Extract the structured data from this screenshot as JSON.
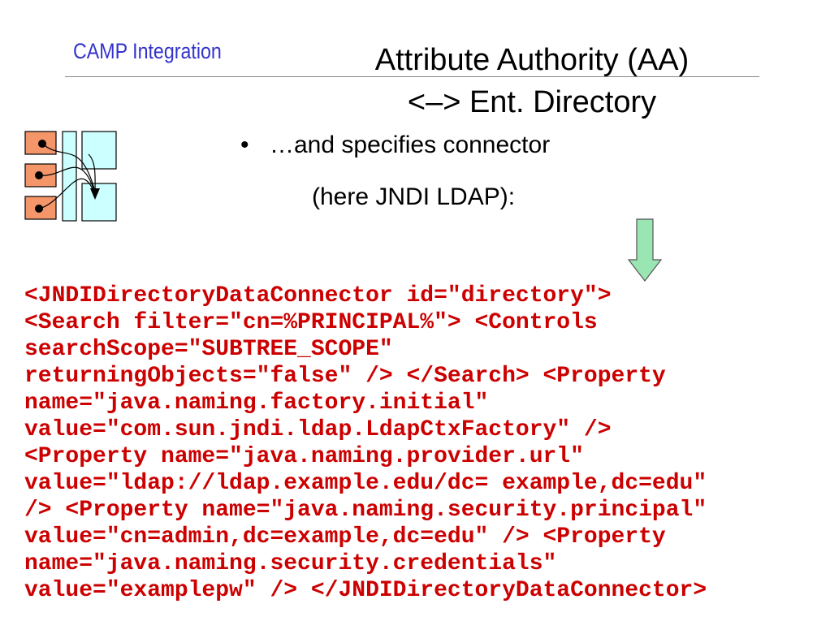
{
  "header": {
    "label": "CAMP Integration"
  },
  "title": {
    "line1": "Attribute Authority (AA)",
    "line2": "<–> Ent. Directory"
  },
  "bullet": {
    "marker": "•",
    "line1": "…and specifies connector",
    "line2": "(here JNDI LDAP):"
  },
  "code": {
    "lines": [
      "<JNDIDirectoryDataConnector id=\"directory\">",
      "<Search filter=\"cn=%PRINCIPAL%\"> <Controls",
      "searchScope=\"SUBTREE_SCOPE\"",
      "returningObjects=\"false\" /> </Search> <Property",
      "name=\"java.naming.factory.initial\"",
      "value=\"com.sun.jndi.ldap.LdapCtxFactory\" />",
      "<Property name=\"java.naming.provider.url\"",
      "value=\"ldap://ldap.example.edu/dc= example,dc=edu\"",
      "/> <Property name=\"java.naming.security.principal\"",
      "value=\"cn=admin,dc=example,dc=edu\" /> <Property",
      "name=\"java.naming.security.credentials\"",
      "value=\"examplepw\" /> </JNDIDirectoryDataConnector>"
    ]
  },
  "colors": {
    "header_label": "#3333cc",
    "code_text": "#cc0000",
    "diagram_box_orange": "#f4956a",
    "diagram_box_cyan": "#ccffff",
    "arrow_fill": "#99e6b3"
  },
  "icons": {
    "diagram": "connector-diagram-icon",
    "arrow": "down-arrow-icon"
  }
}
